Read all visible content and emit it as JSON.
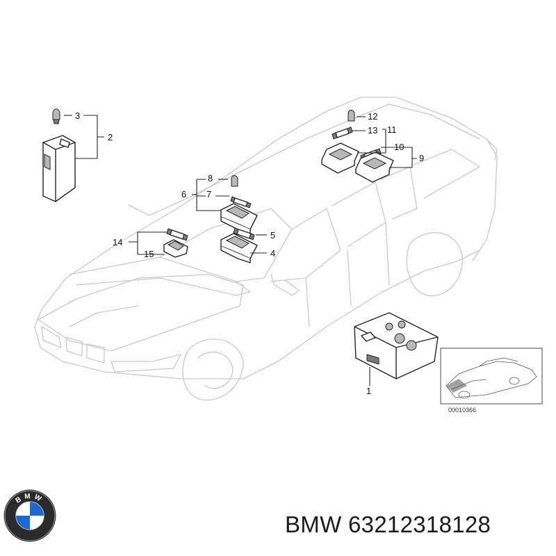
{
  "callouts": [
    "1",
    "2",
    "3",
    "4",
    "5",
    "6",
    "7",
    "8",
    "9",
    "10",
    "11",
    "12",
    "13",
    "14",
    "15"
  ],
  "thumbnail": {
    "code": "00010366"
  },
  "logo": {
    "text": "BMW"
  },
  "footer": {
    "brand": "BMW",
    "part_number": "63212318128"
  },
  "colors": {
    "line_art": "#c9c9c9",
    "parts": "#222222",
    "logo_blue": "#1c69d4"
  }
}
